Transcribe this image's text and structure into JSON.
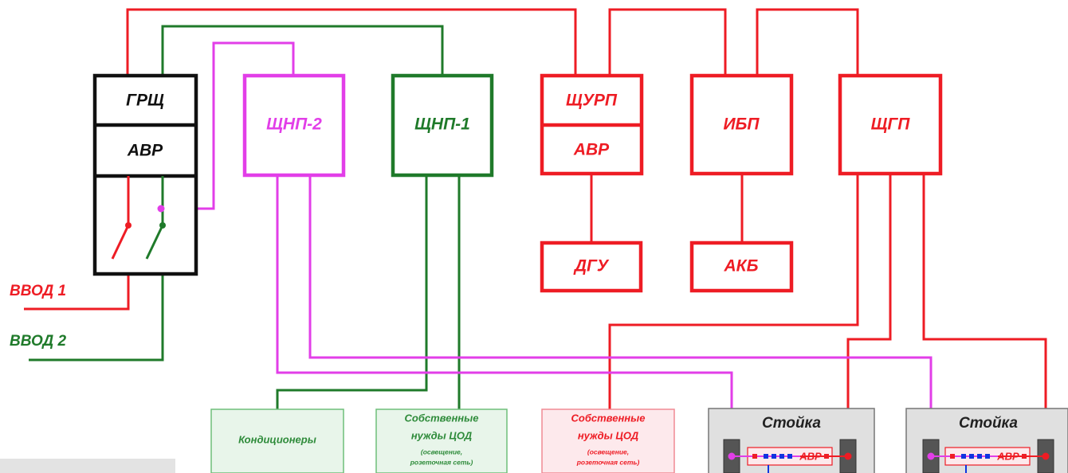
{
  "colors": {
    "red": "#ee1c24",
    "green": "#1f7a2a",
    "magenta": "#e23ee8",
    "black": "#111111",
    "blue": "#1034e0",
    "light_green_bg": "#e8f5ea",
    "light_red_bg": "#fde9ec",
    "rack_bg": "#e0e0e0"
  },
  "boxes": {
    "grsch": "ГРЩ",
    "grsch_avr": "АВР",
    "shnp2": "ЩНП-2",
    "shnp1": "ЩНП-1",
    "shurp": "ЩУРП",
    "shurp_avr": "АВР",
    "ibp": "ИБП",
    "shgp": "ЩГП",
    "dgu": "ДГУ",
    "akb": "АКБ"
  },
  "inputs": {
    "input1": "ВВОД 1",
    "input2": "ВВОД 2"
  },
  "loads": {
    "conditioners": "Кондиционеры",
    "own_needs_1": {
      "line1": "Собственные",
      "line2": "нужды ЦОД",
      "note1": "(освещение,",
      "note2": "розеточная сеть)"
    },
    "own_needs_2": {
      "line1": "Собственные",
      "line2": "нужды ЦОД",
      "note1": "(освещение,",
      "note2": "розеточная сеть)"
    }
  },
  "racks": [
    {
      "title": "Стойка",
      "avr": "АВР"
    },
    {
      "title": "Стойка",
      "avr": "АВР"
    }
  ]
}
